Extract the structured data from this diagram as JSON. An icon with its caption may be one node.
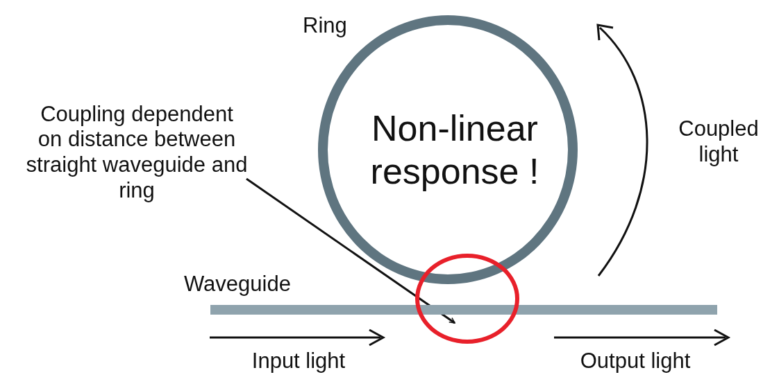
{
  "diagram": {
    "nodes": [
      {
        "text": [
          "Ring",
          "Non-linear response !"
        ]
      },
      {
        "text": [
          "Coupling dependent on distance between straight waveguide and ring"
        ]
      },
      {
        "text": [],
        "shape": "bar",
        "beside": [
          "Waveguide"
        ]
      },
      {
        "text": [],
        "shape": "circle"
      }
    ],
    "edges": [
      {
        "from": 1,
        "to": 3,
        "arrow": "to"
      }
    ],
    "labels": [
      "Coupled light",
      "Input light",
      "Output light"
    ]
  }
}
